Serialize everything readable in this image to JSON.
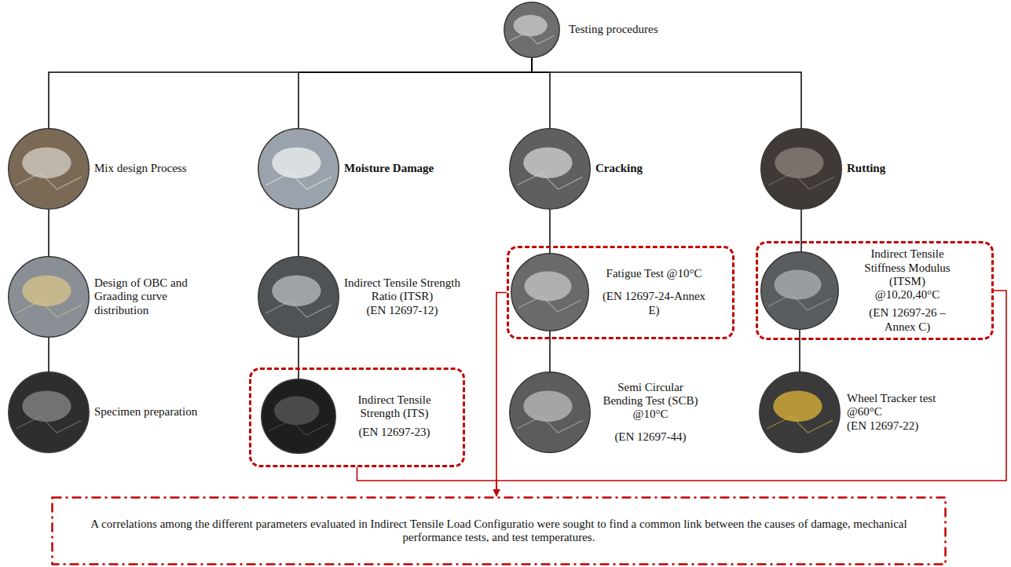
{
  "diagram": {
    "nodes": [
      {
        "text": [
          "Testing procedures"
        ]
      },
      {
        "text": [
          "Mix design Process"
        ]
      },
      {
        "text": [
          "Moisture Damage"
        ]
      },
      {
        "text": [
          "Cracking"
        ]
      },
      {
        "text": [
          "Rutting"
        ]
      },
      {
        "text": [
          "Design of OBC and Graading curve distribution"
        ]
      },
      {
        "text": [
          "Indirect Tensile Strength Ratio (ITSR)",
          "(EN 12697-12)"
        ]
      },
      {
        "text": [
          "Fatigue Test @10°C",
          "(EN 12697-24-Annex E)"
        ]
      },
      {
        "text": [
          "Indirect Tensile Stiffness Modulus (ITSM) @10,20,40°C",
          "(EN 12697-26 – Annex C)"
        ]
      },
      {
        "text": [
          "Specimen preparation"
        ]
      },
      {
        "text": [
          "Indirect Tensile Strength (ITS)",
          "(EN 12697-23)"
        ]
      },
      {
        "text": [
          "Semi Circular Bending Test (SCB) @10°C",
          "(EN 12697-44)"
        ]
      },
      {
        "text": [
          "Wheel Tracker test @60°C",
          "(EN 12697-22)"
        ]
      },
      {
        "text": [
          "A correlations among the different parameters evaluated in Indirect Tensile Load Configuratio were sought to find a common link between the causes of damage, mechanical performance tests, and test temperatures."
        ]
      }
    ],
    "edges": [
      {
        "from": 0,
        "to": 1,
        "arrow": "none"
      },
      {
        "from": 0,
        "to": 2,
        "arrow": "none"
      },
      {
        "from": 0,
        "to": 3,
        "arrow": "none"
      },
      {
        "from": 0,
        "to": 4,
        "arrow": "none"
      },
      {
        "from": 1,
        "to": 5,
        "arrow": "none"
      },
      {
        "from": 5,
        "to": 9,
        "arrow": "none"
      },
      {
        "from": 2,
        "to": 6,
        "arrow": "none"
      },
      {
        "from": 6,
        "to": 10,
        "arrow": "none"
      },
      {
        "from": 3,
        "to": 7,
        "arrow": "none"
      },
      {
        "from": 7,
        "to": 11,
        "arrow": "none"
      },
      {
        "from": 4,
        "to": 8,
        "arrow": "none"
      },
      {
        "from": 8,
        "to": 12,
        "arrow": "none"
      },
      {
        "from": 10,
        "to": 13,
        "arrow": "to"
      },
      {
        "from": 7,
        "to": 13,
        "arrow": "to"
      },
      {
        "from": 8,
        "to": 13,
        "arrow": "to"
      }
    ]
  }
}
